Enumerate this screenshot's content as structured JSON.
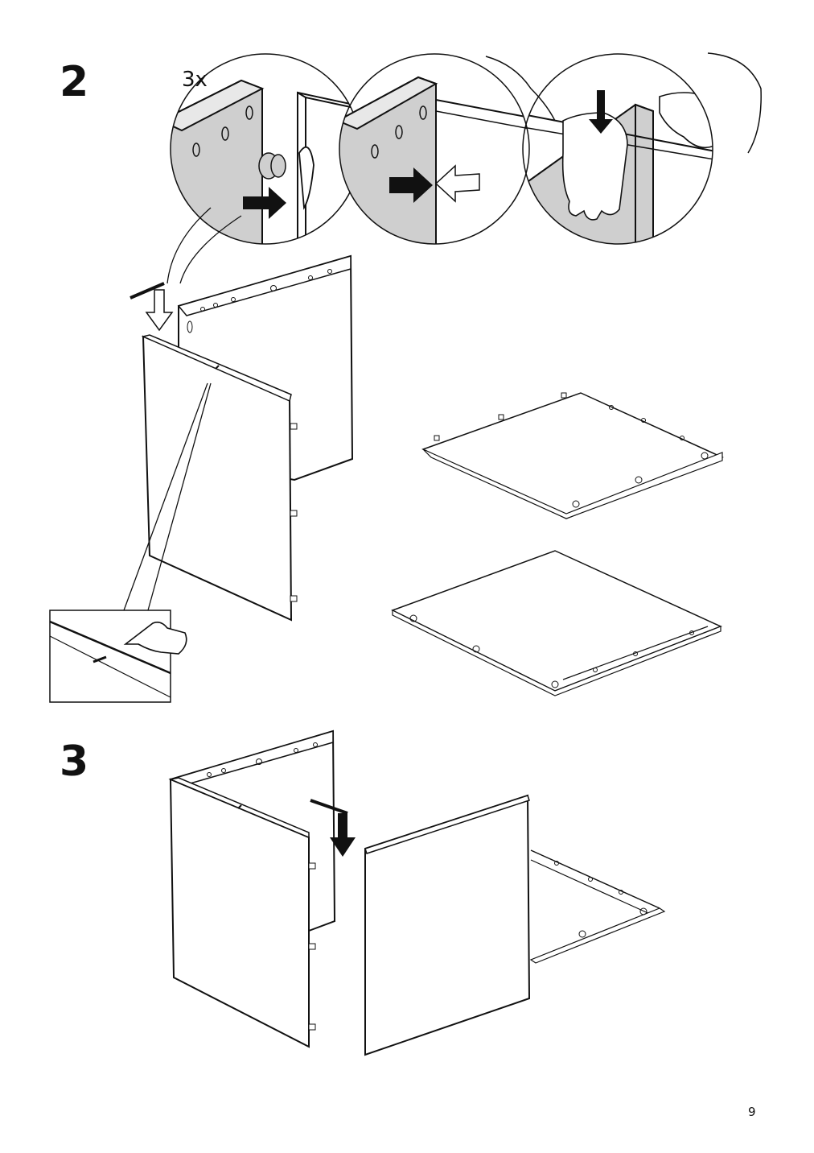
{
  "steps": [
    {
      "number": "2",
      "quantity_label": "3x"
    },
    {
      "number": "3"
    }
  ],
  "page_number": "9",
  "palette": {
    "line": "#111111",
    "shade": "#cfcfcf",
    "arrow_fill": "#111111"
  },
  "icons": [
    "pointing-hand-icon",
    "push-arrow-icon",
    "down-arrow-icon",
    "hand-press-icon"
  ]
}
